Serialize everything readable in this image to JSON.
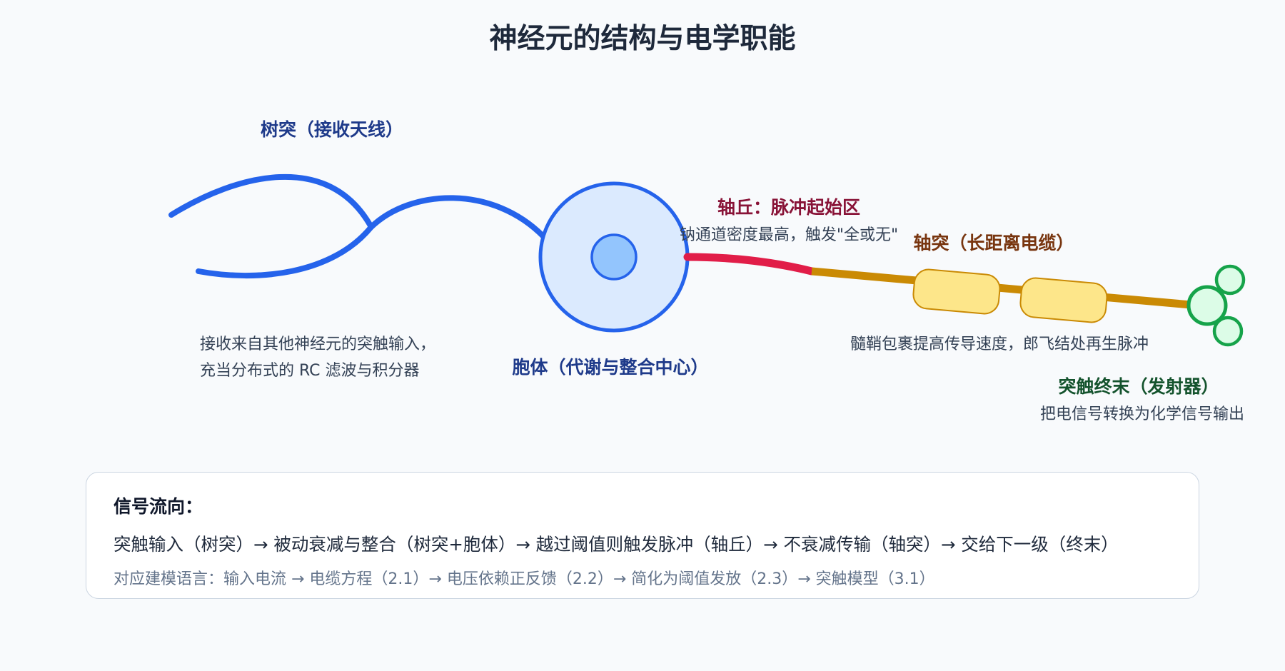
{
  "title": "神经元的结构与电学职能",
  "dendrite": {
    "label": "树突（接收天线）",
    "desc_lines": [
      "接收来自其他神经元的突触输入，",
      "充当分布式的 RC 滤波与积分器"
    ]
  },
  "soma": {
    "label": "胞体（代谢与整合中心）"
  },
  "axon_hillock": {
    "label": "轴丘：脉冲起始区",
    "desc": "钠通道密度最高，触发\"全或无\""
  },
  "axon": {
    "label": "轴突（长距离电缆）",
    "desc": "髓鞘包裹提高传导速度，郎飞结处再生脉冲"
  },
  "terminal": {
    "label": "突触终末（发射器）",
    "desc": "把电信号转换为化学信号输出"
  },
  "flow": {
    "heading": "信号流向：",
    "main": "突触输入（树突）→ 被动衰减与整合（树突+胞体）→ 越过阈值则触发脉冲（轴丘）→ 不衰减传输（轴突）→ 交给下一级（终末）",
    "sub": "对应建模语言：输入电流 → 电缆方程（2.1）→ 电压依赖正反馈（2.2）→ 简化为阈值发放（2.3）→ 突触模型（3.1）"
  },
  "colors": {
    "dendrite": "#2563eb",
    "soma_fill": "#dbeafe",
    "nucleus_fill": "#93c5fd",
    "hillock": "#e11d48",
    "axon": "#ca8a04",
    "myelin_fill": "#fde68a",
    "terminal_stroke": "#16a34a",
    "terminal_fill": "#dcfce7"
  }
}
